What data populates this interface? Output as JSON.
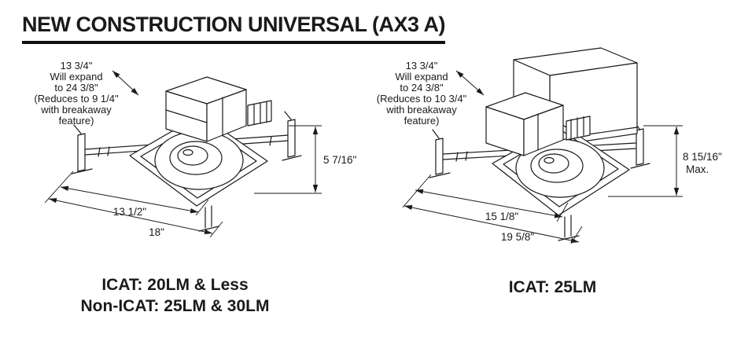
{
  "title": "NEW CONSTRUCTION UNIVERSAL (AX3 A)",
  "colors": {
    "ink": "#1a1a1a",
    "background": "#ffffff"
  },
  "left": {
    "note_lines": [
      "13 3/4\"",
      "Will expand",
      "to 24 3/8\"",
      "(Reduces to 9 1/4\"",
      "with breakaway",
      "feature)"
    ],
    "dim_height": "5 7/16\"",
    "dim_inner_width": "13 1/2\"",
    "dim_outer_width": "18\"",
    "caption_line1": "ICAT: 20LM & Less",
    "caption_line2": "Non-ICAT: 25LM & 30LM"
  },
  "right": {
    "note_lines": [
      "13 3/4\"",
      "Will expand",
      "to 24 3/8\"",
      "(Reduces to 10 3/4\"",
      "with breakaway",
      "feature)"
    ],
    "dim_height": "8 15/16\"",
    "dim_height_suffix": "Max.",
    "dim_inner_width": "15 1/8\"",
    "dim_outer_width": "19 5/8\"",
    "caption_line1": "ICAT: 25LM"
  }
}
